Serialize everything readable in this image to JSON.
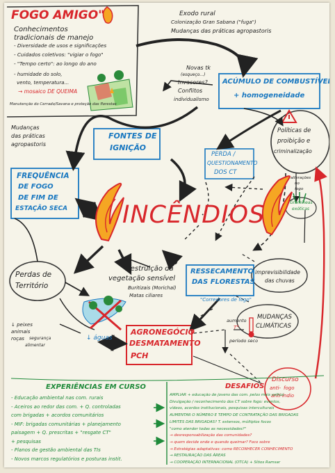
{
  "fogo_amigo": {
    "title": "FOGO AMIGO\"",
    "subtitle": "Conhecimentos tradicionais de manejo",
    "items": [
      "- Diversidade de usos e significações",
      "- Cuidados coletivos: \"vigiar o fogo\"",
      "- \"Tempo certo\": ao longo do ano",
      "- humidade do solo,",
      "vento, temperatura...",
      "→ mosaico DE QUEIMA",
      "Manutenção do Cerrado/Savana e proteção das florestas"
    ]
  },
  "exodo": {
    "line1": "Exodo rural",
    "line2": "Colonização Gran Sabana (\"fuga\")",
    "line3": "Mudanças das práticas agropastoris"
  },
  "novas_tk": {
    "line1": "Novas tk",
    "line2": "(esqueço...)",
    "line3": "Invasores?",
    "line4": "Conflitos",
    "line5": "individualismo"
  },
  "acumulo": {
    "line1": "ACÚMULO DE COMBUSTÍVEL",
    "line2": "+ homogeneidade"
  },
  "politicas": {
    "line1": "Políticas de",
    "line2": "proibição e",
    "line3": "criminalização"
  },
  "mudancas_praticas": {
    "line1": "Mudanças",
    "line2": "das práticas",
    "line3": "agropastoris"
  },
  "fontes": {
    "line1": "FONTES DE",
    "line2": "IGNIÇÃO"
  },
  "perda_ct": {
    "line1": "PERDA /",
    "line2": "QUESTIONAMENTO",
    "line3": "DOS CT"
  },
  "alteracoes": {
    "line1": "alterações",
    "line2": "no",
    "line3": "fogo"
  },
  "frequencia": {
    "line1": "FREQUÊNCIA",
    "line2": "DE FOGO",
    "line3": "DE FIM DE",
    "line4": "ESTAÇÃO SECA"
  },
  "incendios": "INCÊNDIOS",
  "gramineas": {
    "line1": "Gramíneas",
    "line2": "exóticas"
  },
  "perdas_territorio": {
    "line1": "Perdas de",
    "line2": "Território"
  },
  "destruicao": {
    "line1": "Destruição da",
    "line2": "vegetação sensível",
    "line3": "Buritizais (Morichal)",
    "line4": "Matas ciliares"
  },
  "ressecamento": {
    "line1": "RESSECAMENTO",
    "line2": "DAS FLORESTAS",
    "line3": "\"Corredores de fogo\""
  },
  "imprevisibilidade": {
    "line1": "imprevisibilidade",
    "line2": "das chuvas"
  },
  "mudancas_climaticas": {
    "line1": "MUDANÇAS",
    "line2": "CLIMÁTICAS"
  },
  "aumento": {
    "line1": "aumento",
    "line2": "T°"
  },
  "periodo_seco": "período seco",
  "peixes": {
    "line1": "↓ peixes",
    "line2": "animais",
    "line3": "roças",
    "line4": "segurança",
    "line5": "alimentar"
  },
  "aguas": "↓ águas",
  "agronegocio": {
    "line1": "AGRONEGÓCIO",
    "line2": "DESMATAMENTO",
    "line3": "PCH"
  },
  "discurso": {
    "line1": "Discurso",
    "line2": "anti-",
    "line3": "fogo",
    "line4": "anti-índio"
  },
  "experiencias": {
    "title": "EXPERIÊNCIAS EM CURSO",
    "items": [
      "- Educação ambiental nas com. rurais",
      "- Aceiros ao redor das com. + Q. controladas",
      "  com brigadas + acordos comunitários",
      "- MIF: brigadas comunitárias + planejamento",
      "  paisagem + Q. prescritas + \"resgate CT\"",
      "  + pesquisas",
      "- Planos de gestão ambiental das TIs",
      "- Novos marcos regulatórios e posturas instit."
    ]
  },
  "desafios": {
    "title": "DESAFIOS",
    "items": [
      "AMPLIAR + educação de jovens das com. pelos mais velhos",
      "Divulgação / reconhecimento dos CT sobre fogo: eventos,",
      "vídeos, acordos institucionais, pesquisas interculturais",
      "AUMENTAR O NÚMERO E TEMPO DE CONTRATAÇÃO DAS BRIGADAS",
      "LIMITES DAS BRIGADAS? T. extensos, múltiplos focos",
      "\"como atender todas as necessidades?\"",
      "→ desresponsabilização das comunidades?",
      "→ quem decide onde e quando queimar? Foco sobre",
      "→ Estratégias adaptativas: como RECONHECER CONHECIMENTO",
      "→ RESTAURAÇÃO DAS ÁREAS",
      "→ COOPERAÇÃO INTERNACIONAL (OTCA) + Sítios Ramsar"
    ]
  },
  "colors": {
    "blue": "#1877c0",
    "red": "#d8262b",
    "green": "#1f8a3a",
    "black": "#222222",
    "paper": "#f6f4e9"
  }
}
